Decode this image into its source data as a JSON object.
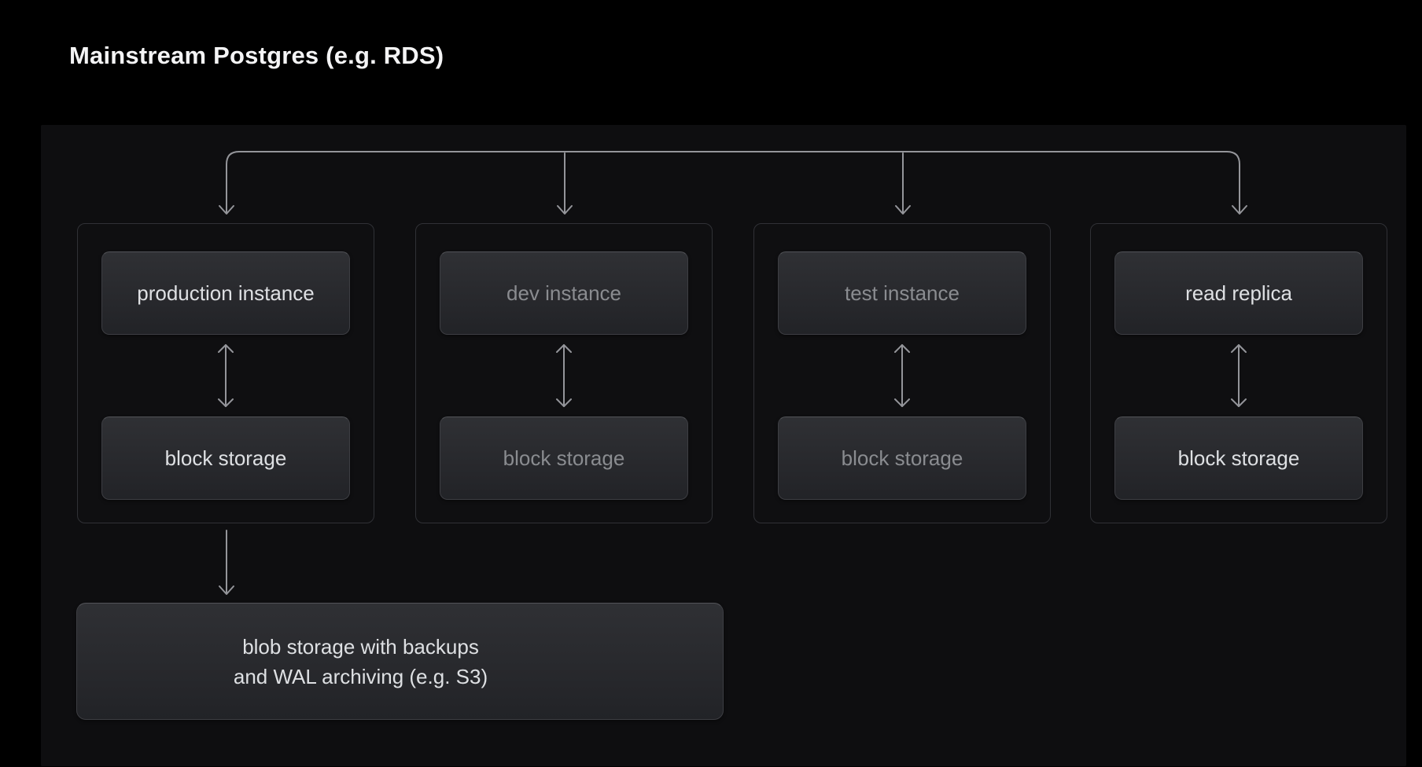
{
  "title": "Mainstream Postgres (e.g. RDS)",
  "colors": {
    "title-color": "#f4f4f5",
    "canvas-bg": "#0e0e10",
    "group-border": "#303136",
    "arrow": "#94959a",
    "text-bright": "#dee0e3",
    "text-dim": "#8a8c90",
    "node-border": "#3d3e43",
    "node-bg-top": "#2f3034",
    "node-bg-bottom": "#222327"
  },
  "diagram": {
    "groups": [
      {
        "instance_label": "production instance",
        "storage_label": "block storage",
        "emphasis": "bright"
      },
      {
        "instance_label": "dev instance",
        "storage_label": "block storage",
        "emphasis": "dim"
      },
      {
        "instance_label": "test instance",
        "storage_label": "block storage",
        "emphasis": "dim"
      },
      {
        "instance_label": "read replica",
        "storage_label": "block storage",
        "emphasis": "bright"
      }
    ],
    "blob": {
      "line1": "blob storage with backups",
      "line2": "and WAL archiving (e.g. S3)"
    }
  }
}
